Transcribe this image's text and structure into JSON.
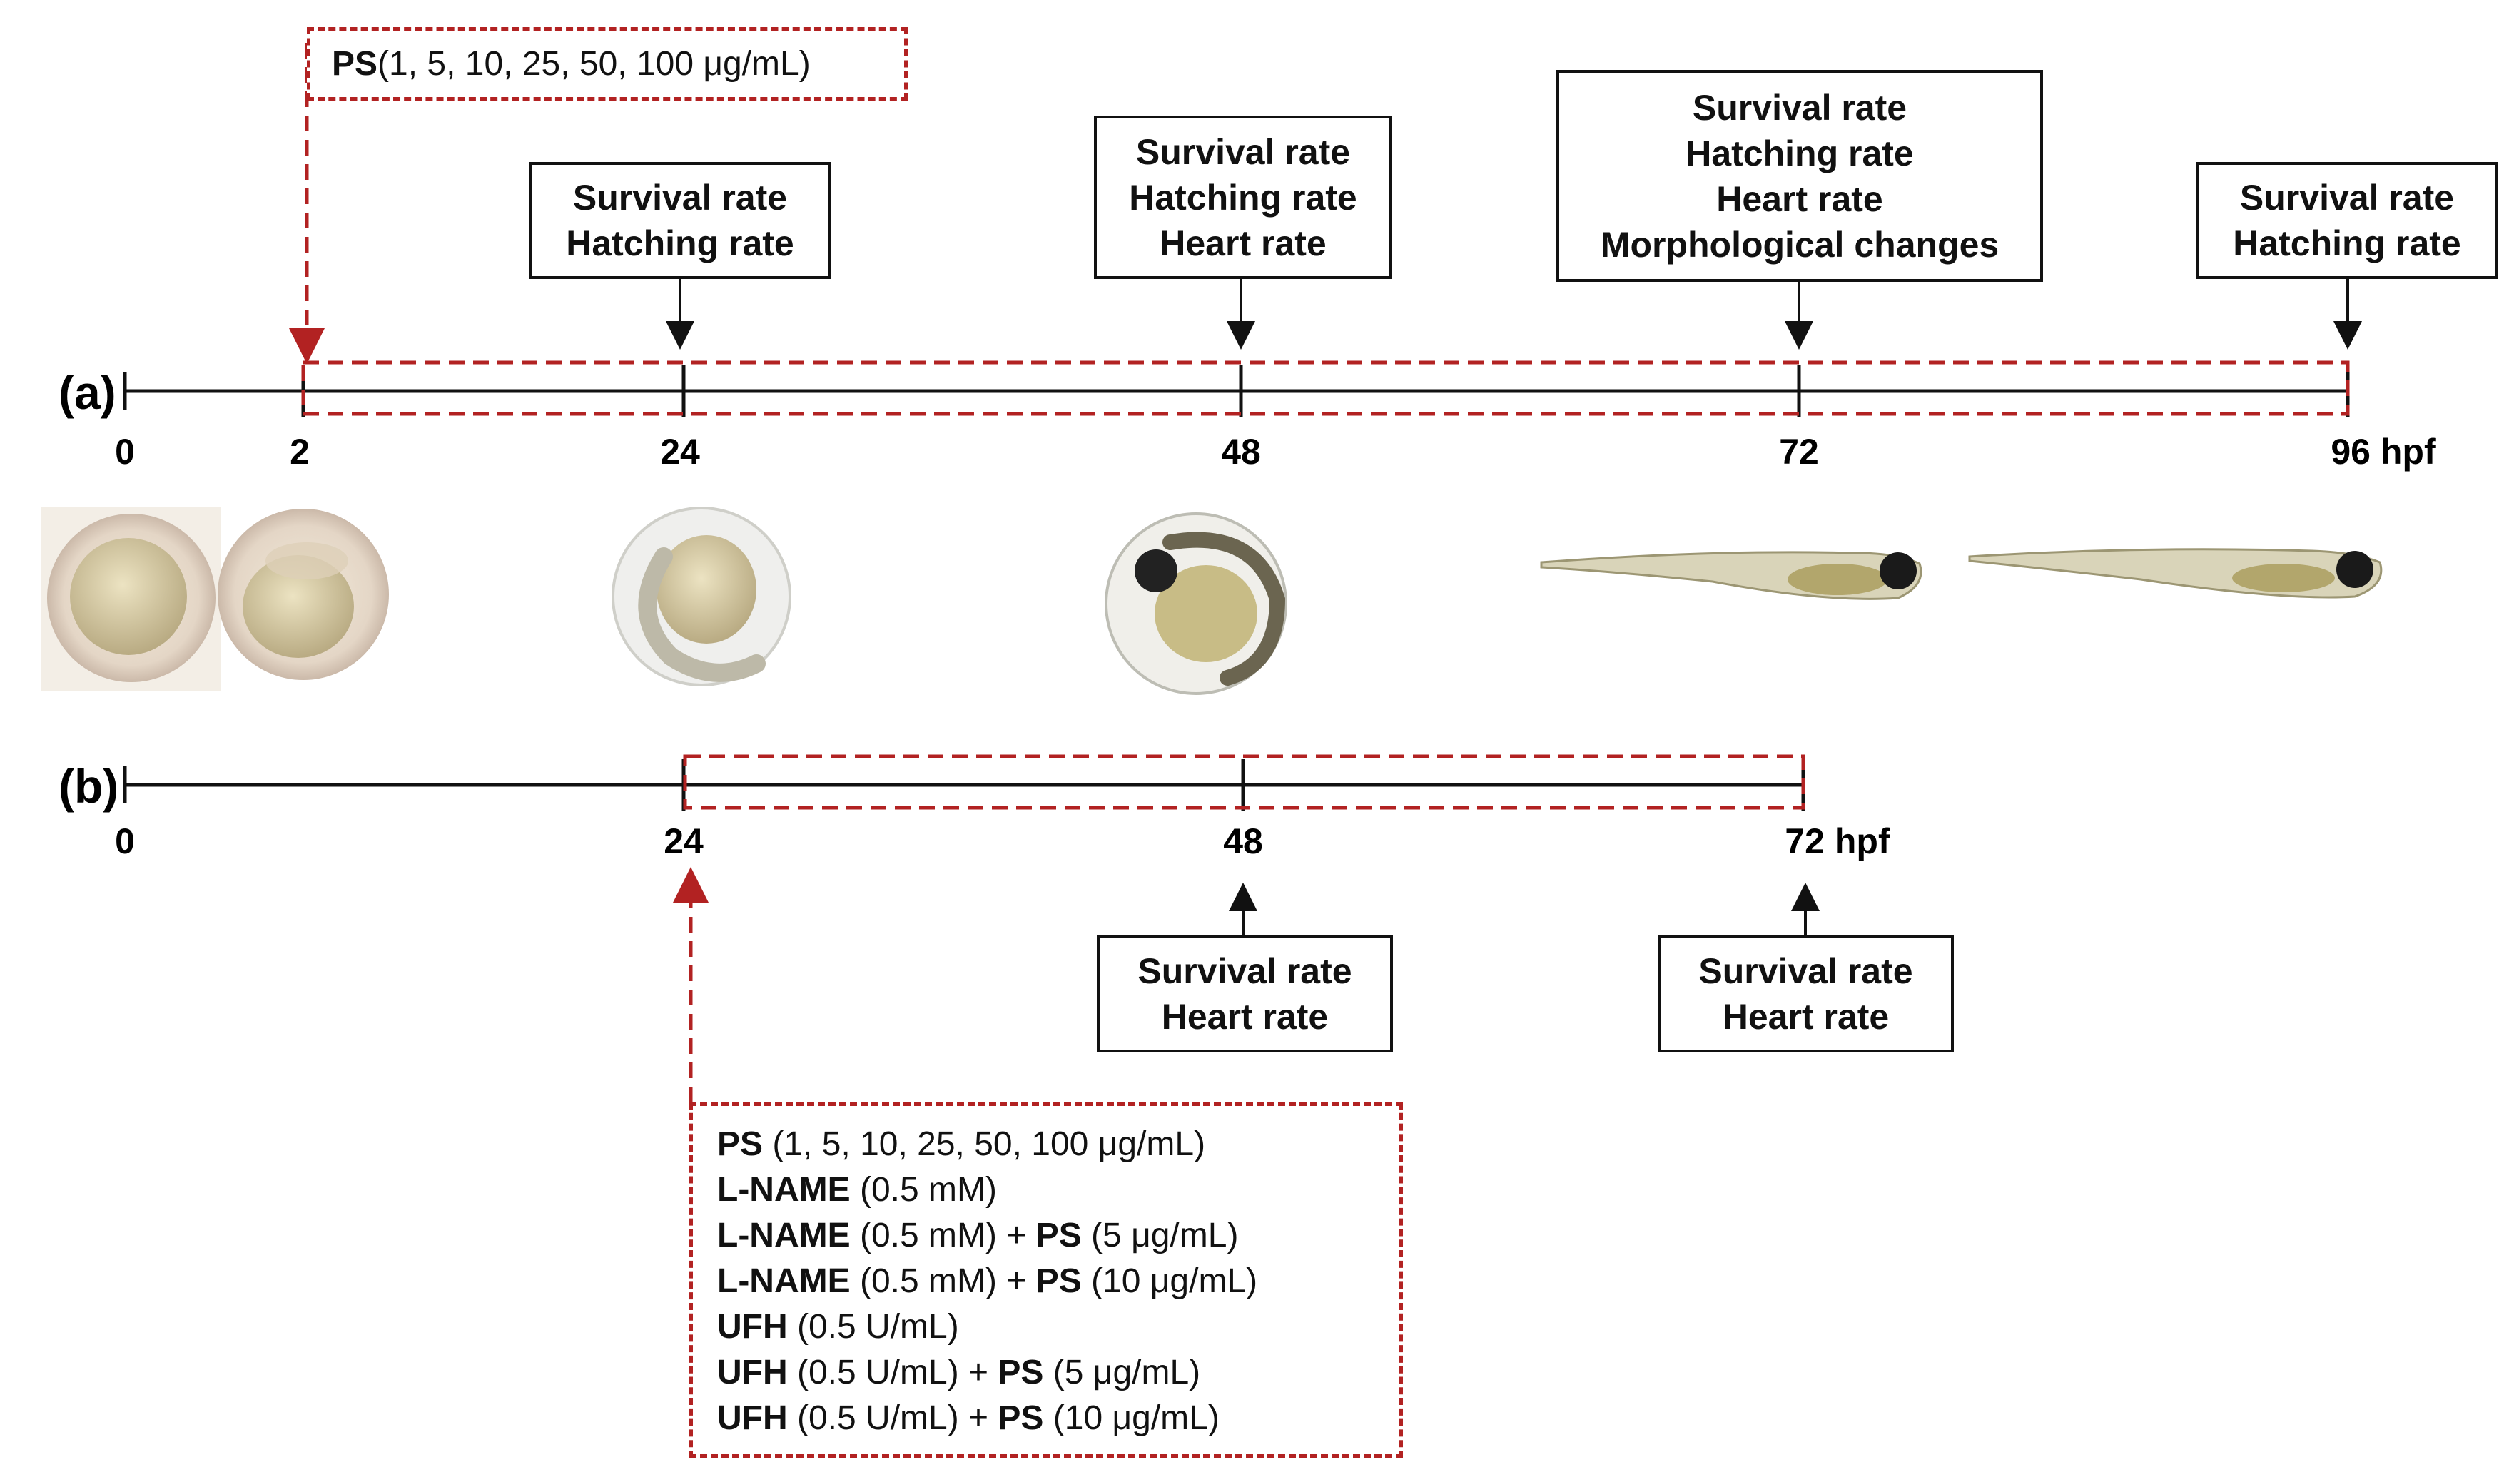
{
  "panel_a": {
    "label": "(a)",
    "ticks": [
      "0",
      "2",
      "24",
      "48",
      "72",
      "96 hpf"
    ],
    "exposure_label": {
      "bold": "PS",
      "rest": " (1, 5, 10, 25, 50, 100 μg/mL)"
    },
    "endpoints": [
      {
        "at": "24",
        "lines": [
          "Survival rate",
          "Hatching rate"
        ]
      },
      {
        "at": "48",
        "lines": [
          "Survival rate",
          "Hatching rate",
          "Heart rate"
        ]
      },
      {
        "at": "72",
        "lines": [
          "Survival rate",
          "Hatching rate",
          "Heart rate",
          "Morphological changes"
        ]
      },
      {
        "at": "96",
        "lines": [
          "Survival rate",
          "Hatching rate"
        ]
      }
    ],
    "images": [
      "zebrafish-embryo-0hpf",
      "zebrafish-embryo-2hpf",
      "zebrafish-embryo-24hpf",
      "zebrafish-embryo-48hpf",
      "zebrafish-larva-72hpf",
      "zebrafish-larva-96hpf"
    ]
  },
  "panel_b": {
    "label": "(b)",
    "ticks": [
      "0",
      "24",
      "48",
      "72 hpf"
    ],
    "endpoints": [
      {
        "at": "48",
        "lines": [
          "Survival rate",
          "Heart rate"
        ]
      },
      {
        "at": "72",
        "lines": [
          "Survival rate",
          "Heart rate"
        ]
      }
    ],
    "treatments": [
      {
        "parts": [
          {
            "b": "PS"
          },
          {
            "t": " (1, 5, 10, 25, 50, 100 μg/mL)"
          }
        ]
      },
      {
        "parts": [
          {
            "b": "L-NAME"
          },
          {
            "t": " (0.5 mM)"
          }
        ]
      },
      {
        "parts": [
          {
            "b": "L-NAME"
          },
          {
            "t": " (0.5 mM) + "
          },
          {
            "b": "PS"
          },
          {
            "t": " (5 μg/mL)"
          }
        ]
      },
      {
        "parts": [
          {
            "b": "L-NAME"
          },
          {
            "t": " (0.5 mM) + "
          },
          {
            "b": "PS"
          },
          {
            "t": " (10 μg/mL)"
          }
        ]
      },
      {
        "parts": [
          {
            "b": "UFH"
          },
          {
            "t": " (0.5 U/mL)"
          }
        ]
      },
      {
        "parts": [
          {
            "b": "UFH"
          },
          {
            "t": " (0.5 U/mL) + "
          },
          {
            "b": "PS"
          },
          {
            "t": " (5 μg/mL)"
          }
        ]
      },
      {
        "parts": [
          {
            "b": "UFH"
          },
          {
            "t": " (0.5 U/mL) + "
          },
          {
            "b": "PS"
          },
          {
            "t": " (10 μg/mL)"
          }
        ]
      }
    ]
  },
  "colors": {
    "line": "#111111",
    "dashed": "#b22222"
  }
}
